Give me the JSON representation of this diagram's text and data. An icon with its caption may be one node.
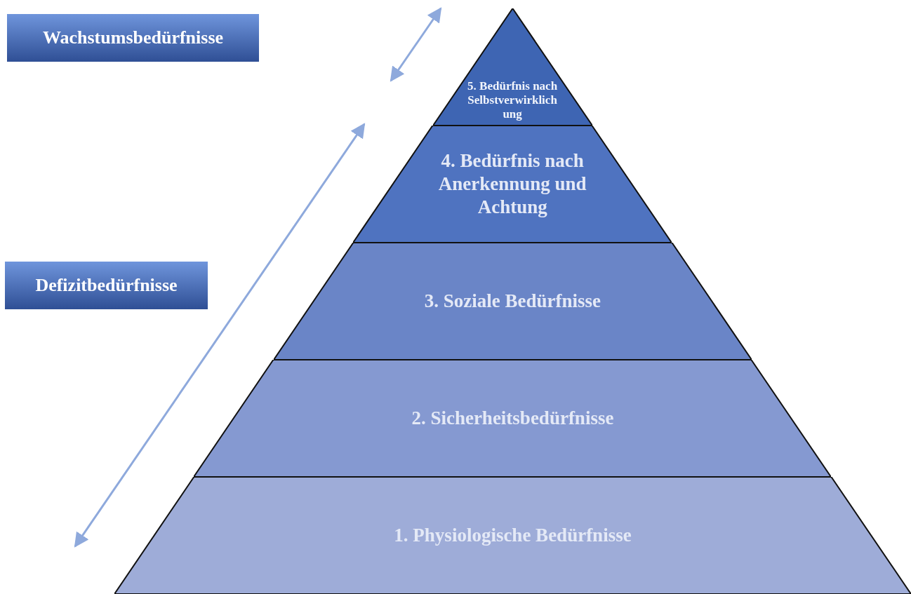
{
  "diagram": {
    "nodes": [
      {
        "text": [
          "Wachstumsbedürfnisse"
        ]
      },
      {
        "text": [
          "5. Bedürfnis nach Selbstverwirklichung"
        ]
      },
      {
        "text": [
          "4. Bedürfnis nach Anerkennung und Achtung"
        ]
      },
      {
        "text": [
          "Defizitbedürfnisse"
        ]
      },
      {
        "text": [
          "3. Soziale Bedürfnisse"
        ]
      },
      {
        "text": [
          "2. Sicherheitsbedürfnisse"
        ]
      },
      {
        "text": [
          "1. Physiologische Bedürfnisse"
        ]
      }
    ]
  }
}
